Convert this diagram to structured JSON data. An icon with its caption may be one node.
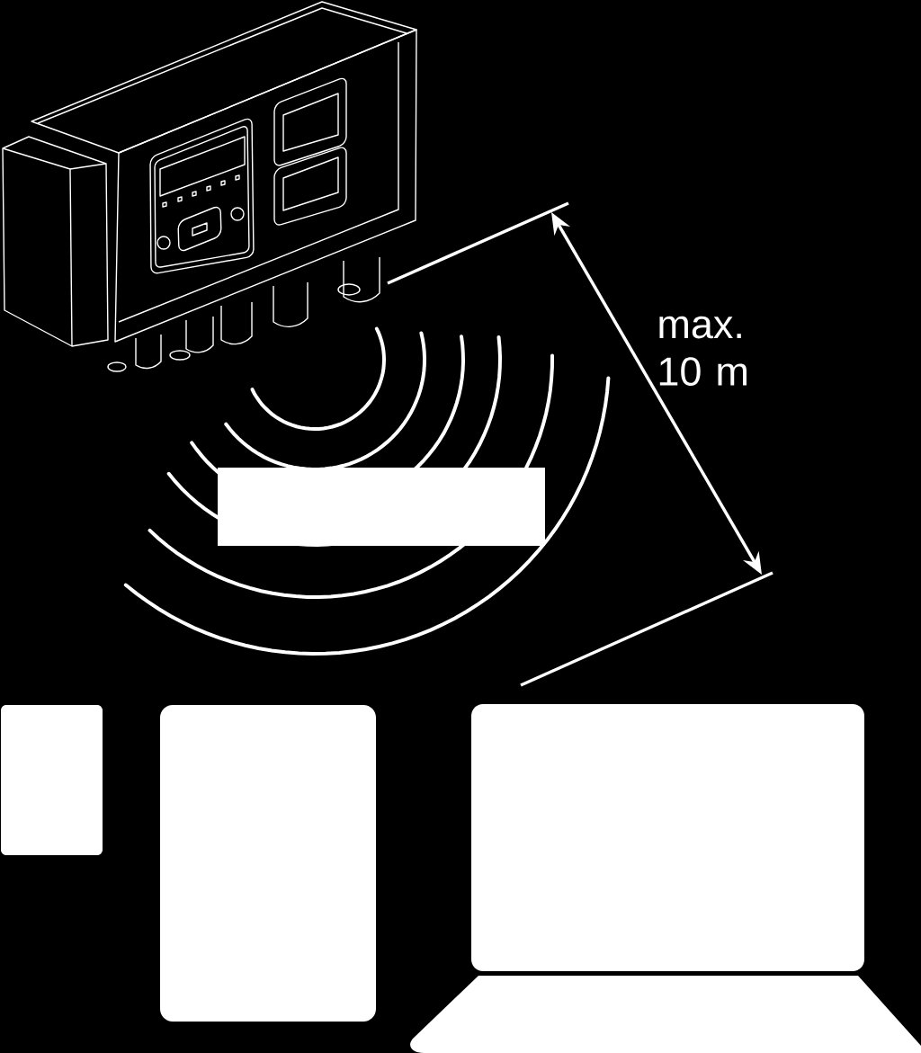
{
  "diagram": {
    "nodes": [
      {
        "text": [],
        "shape": "box"
      },
      {
        "text": [],
        "shape": "box"
      },
      {
        "text": [],
        "shape": "box"
      },
      {
        "text": [],
        "shape": "box"
      }
    ],
    "labels": [
      "max. 10 m"
    ]
  }
}
